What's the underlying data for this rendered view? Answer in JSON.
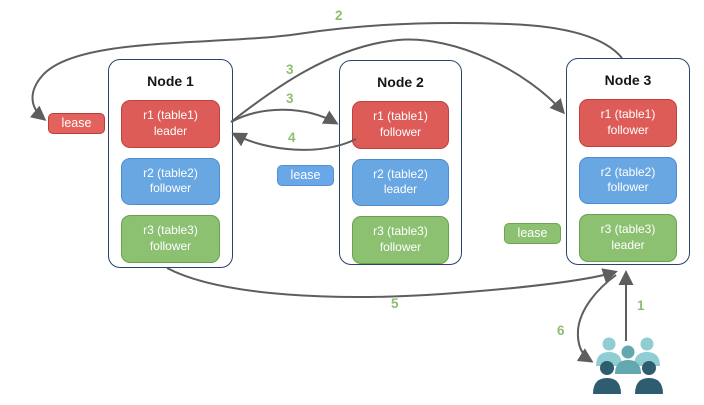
{
  "colors": {
    "arrow": "#5e5e5e",
    "step_label_green": "#8fbe72",
    "node_border": "#27456e",
    "replica_red": "#dd5c57",
    "replica_blue": "#69a7e3",
    "replica_green": "#8cc172",
    "users_light": "#8fcdd2",
    "users_mid": "#62a8ae",
    "users_dark": "#2e5d70"
  },
  "nodes": [
    {
      "title": "Node 1",
      "replicas": [
        {
          "name": "r1 (table1)",
          "role": "leader",
          "color": "red"
        },
        {
          "name": "r2 (table2)",
          "role": "follower",
          "color": "blue"
        },
        {
          "name": "r3 (table3)",
          "role": "follower",
          "color": "green"
        }
      ]
    },
    {
      "title": "Node 2",
      "replicas": [
        {
          "name": "r1 (table1)",
          "role": "follower",
          "color": "red"
        },
        {
          "name": "r2 (table2)",
          "role": "leader",
          "color": "blue"
        },
        {
          "name": "r3 (table3)",
          "role": "follower",
          "color": "green"
        }
      ]
    },
    {
      "title": "Node 3",
      "replicas": [
        {
          "name": "r1 (table1)",
          "role": "follower",
          "color": "red"
        },
        {
          "name": "r2 (table2)",
          "role": "follower",
          "color": "blue"
        },
        {
          "name": "r3 (table3)",
          "role": "leader",
          "color": "green"
        }
      ]
    }
  ],
  "leases": [
    {
      "label": "lease",
      "color": "red"
    },
    {
      "label": "lease",
      "color": "blue"
    },
    {
      "label": "lease",
      "color": "green"
    }
  ],
  "steps": [
    {
      "label": "1"
    },
    {
      "label": "2"
    },
    {
      "label": "3"
    },
    {
      "label": "3"
    },
    {
      "label": "4"
    },
    {
      "label": "5"
    },
    {
      "label": "6"
    }
  ],
  "users_icon": "user-group"
}
